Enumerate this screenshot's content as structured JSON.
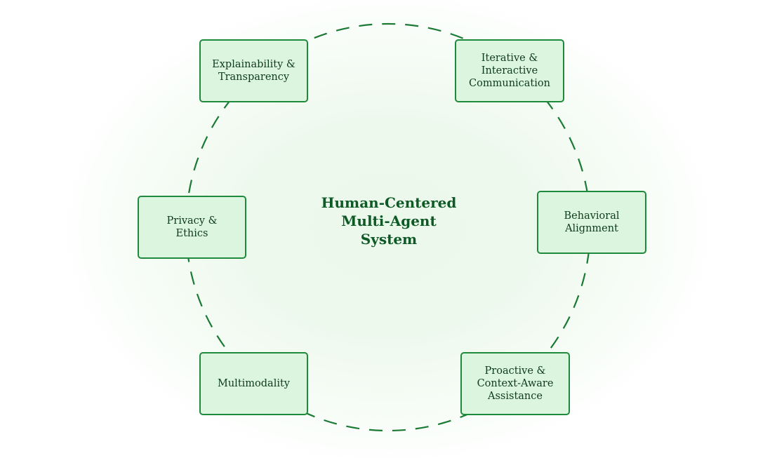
{
  "center": {
    "title": "Human-Centered\nMulti-Agent\nSystem"
  },
  "nodes": [
    {
      "label": "Explainability &\nTransparency"
    },
    {
      "label": "Iterative &\nInteractive\nCommunication"
    },
    {
      "label": "Privacy &\nEthics"
    },
    {
      "label": "Behavioral\nAlignment"
    },
    {
      "label": "Multimodality"
    },
    {
      "label": "Proactive &\nContext-Aware\nAssistance"
    }
  ],
  "colors": {
    "accent": "#1f8a3c",
    "node_fill": "#dcf5de",
    "title": "#0e5a26",
    "text": "#0e3b1c"
  }
}
